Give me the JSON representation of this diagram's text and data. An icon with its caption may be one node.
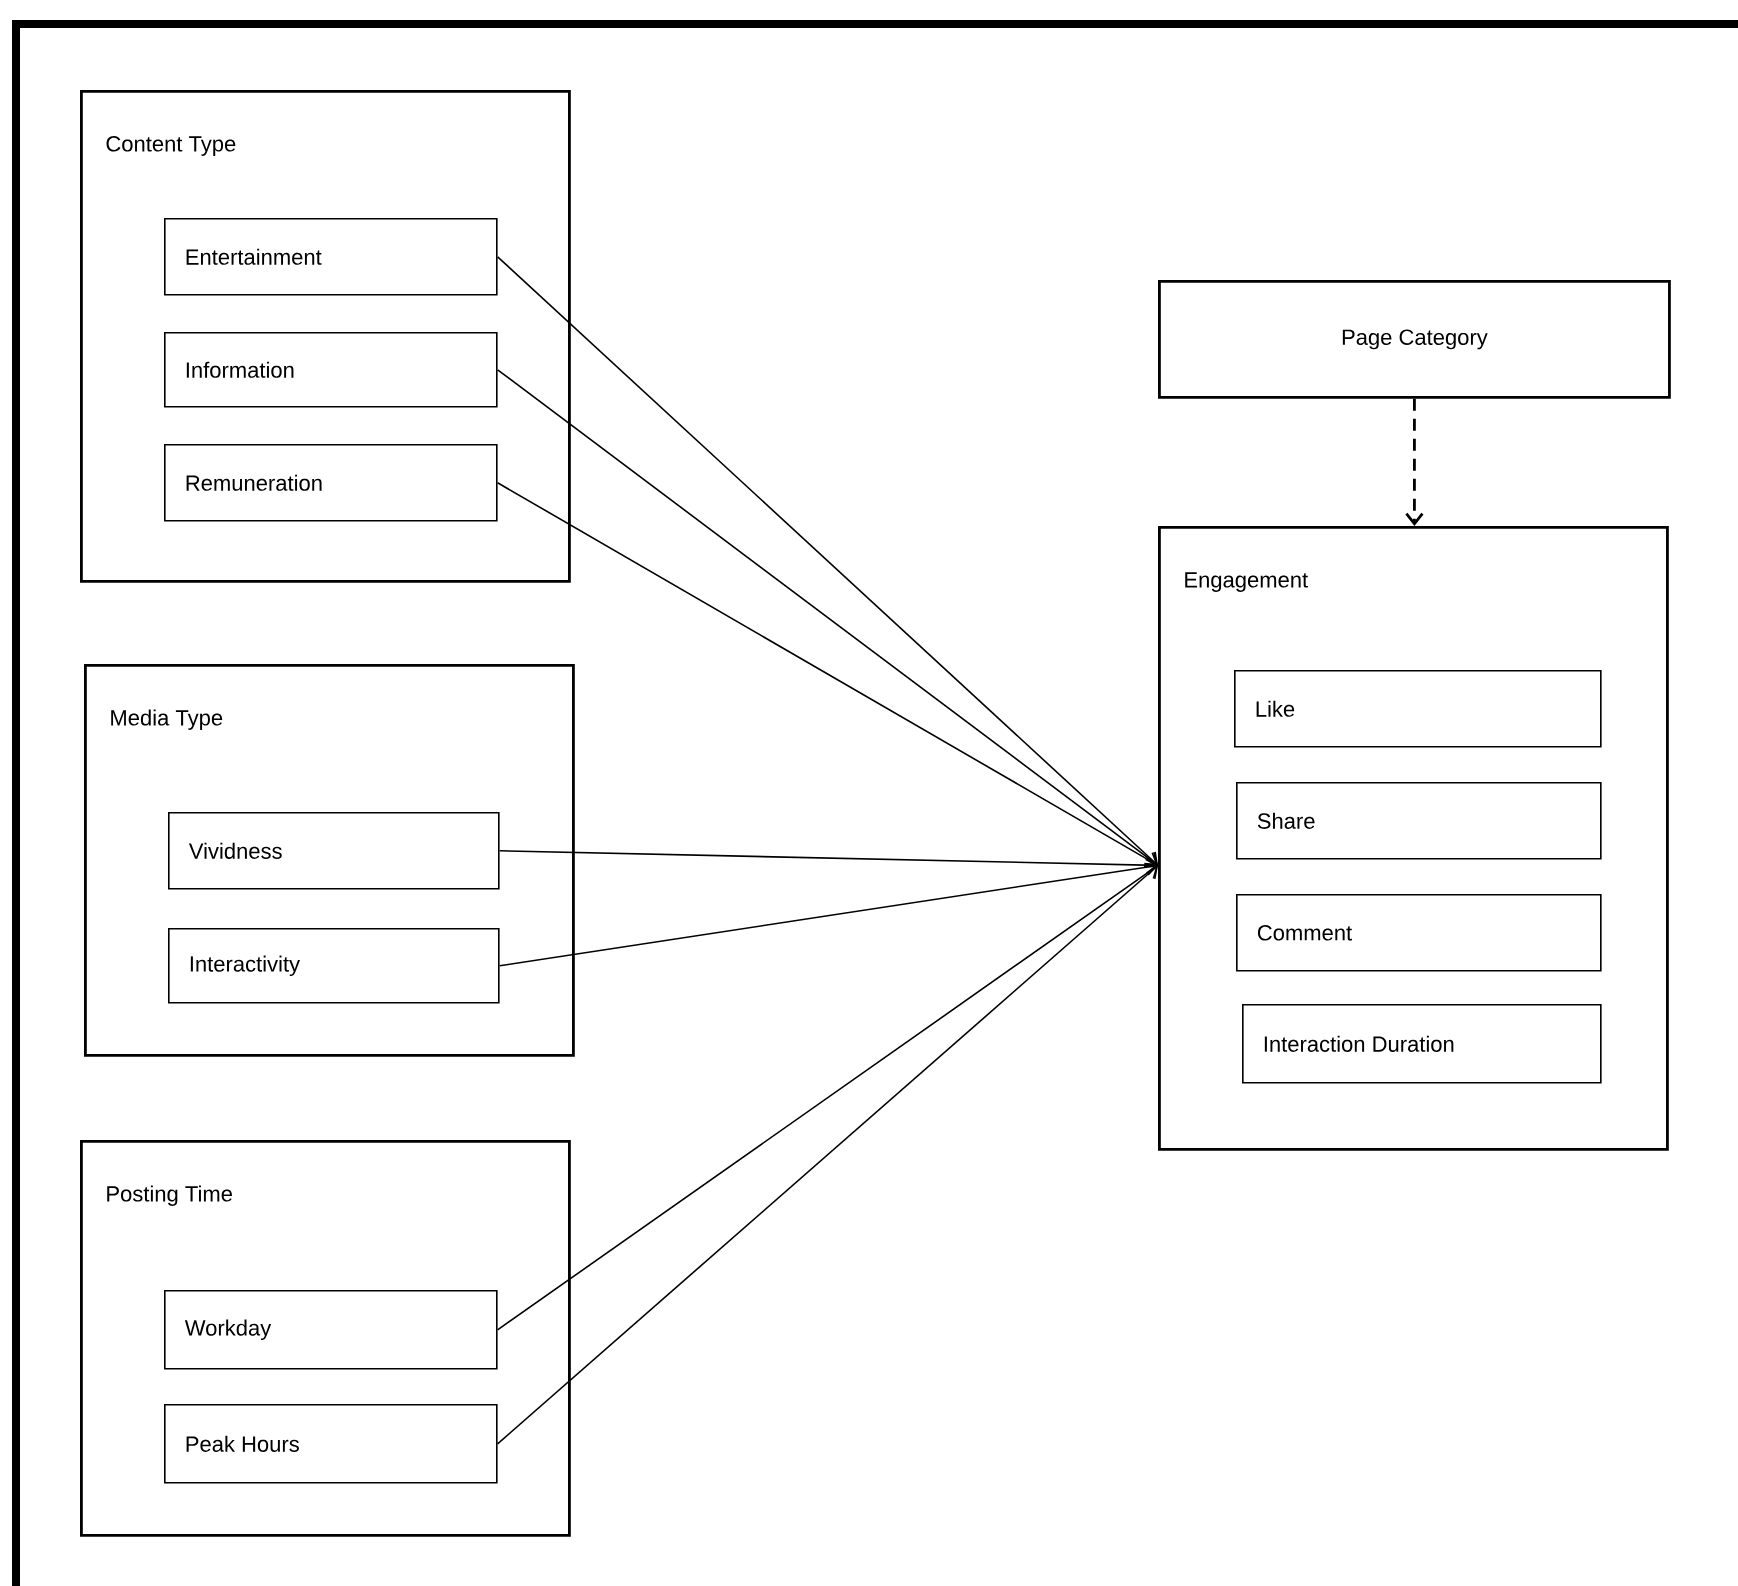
{
  "diagram": {
    "nodes": [
      {
        "text": [
          "Content Type"
        ]
      },
      {
        "text": [
          "Entertainment"
        ],
        "in": 0
      },
      {
        "text": [
          "Information"
        ],
        "in": 0
      },
      {
        "text": [
          "Remuneration"
        ],
        "in": 0
      },
      {
        "text": [
          "Media Type"
        ]
      },
      {
        "text": [
          "Vividness"
        ],
        "in": 4
      },
      {
        "text": [
          "Interactivity"
        ],
        "in": 4
      },
      {
        "text": [
          "Posting Time"
        ]
      },
      {
        "text": [
          "Workday"
        ],
        "in": 7
      },
      {
        "text": [
          "Peak Hours"
        ],
        "in": 7
      },
      {
        "text": [
          "Page Category"
        ]
      },
      {
        "text": [
          "Engagement"
        ]
      },
      {
        "text": [
          "Like"
        ],
        "in": 11
      },
      {
        "text": [
          "Share"
        ],
        "in": 11
      },
      {
        "text": [
          "Comment"
        ],
        "in": 11
      },
      {
        "text": [
          "Interaction Duration"
        ],
        "in": 11
      }
    ],
    "edges": [
      {
        "from": 1,
        "to": 11,
        "arrow": "to"
      },
      {
        "from": 2,
        "to": 11,
        "arrow": "to"
      },
      {
        "from": 3,
        "to": 11,
        "arrow": "to"
      },
      {
        "from": 5,
        "to": 11,
        "arrow": "to"
      },
      {
        "from": 6,
        "to": 11,
        "arrow": "to"
      },
      {
        "from": 8,
        "to": 11,
        "arrow": "to"
      },
      {
        "from": 9,
        "to": 11,
        "arrow": "to"
      },
      {
        "from": 10,
        "to": 11,
        "arrow": "to",
        "style": "dashed"
      }
    ]
  }
}
